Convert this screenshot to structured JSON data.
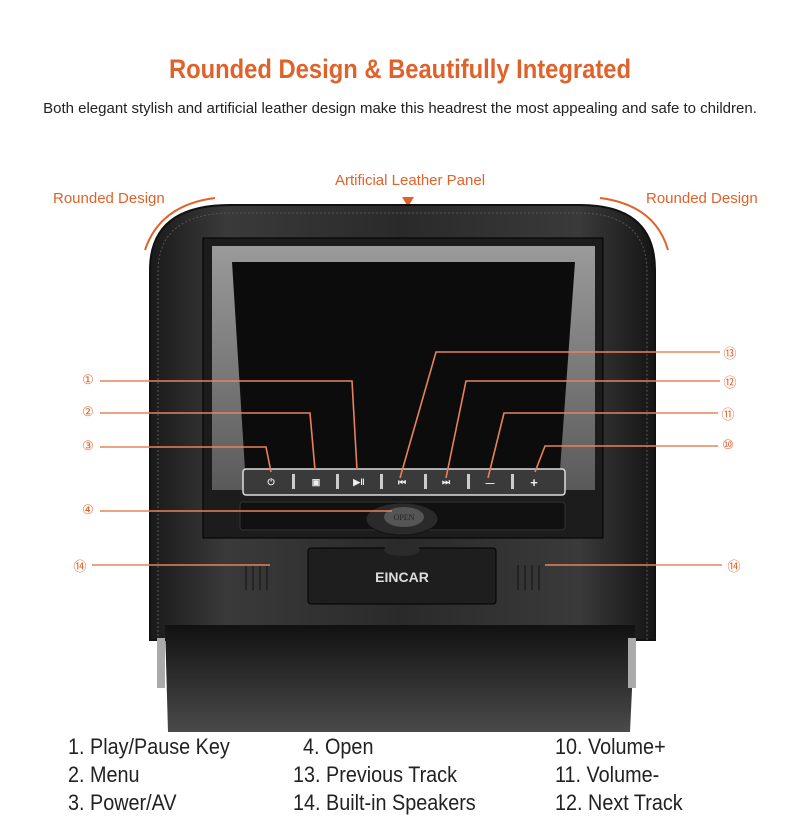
{
  "header": {
    "title": "Rounded Design & Beautifully Integrated",
    "subtitle": "Both elegant stylish and artificial leather design make this headrest the most appealing and safe to children."
  },
  "callouts": {
    "panel": "Artificial Leather Panel",
    "rounded_left": "Rounded Design",
    "rounded_right": "Rounded Design"
  },
  "markers": {
    "m1": "①",
    "m2": "②",
    "m3": "③",
    "m4": "④",
    "m14a": "⑭",
    "m14b": "⑭",
    "m10": "⑩",
    "m11": "⑪",
    "m12": "⑫",
    "m13": "⑬"
  },
  "device": {
    "brand": "EINCAR",
    "open_button": "OPEN",
    "buttons": [
      "power-av",
      "menu",
      "play-pause",
      "previous",
      "next",
      "volume-down",
      "volume-up"
    ]
  },
  "legend": {
    "col1": [
      "1. Play/Pause Key",
      "2. Menu",
      "3. Power/AV"
    ],
    "col2": [
      "4. Open",
      "13. Previous Track",
      "14. Built-in Speakers"
    ],
    "col3": [
      "10. Volume+",
      "11. Volume-",
      "12. Next Track"
    ]
  },
  "colors": {
    "accent": "#e0622a",
    "callout_line": "#e8825a"
  }
}
